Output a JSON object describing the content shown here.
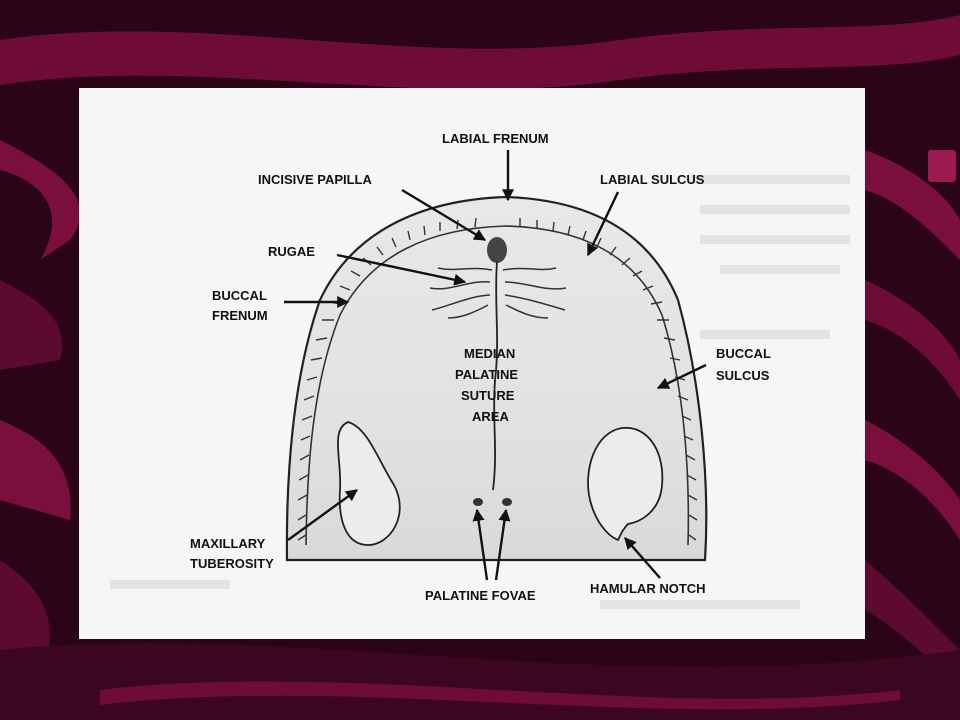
{
  "colors": {
    "background_dark": "#2b0416",
    "swoosh_maroon": "#7a0f3d",
    "swoosh_bright": "#9c1a52",
    "figure_bg": "#f6f6f6",
    "label_text": "#111111"
  },
  "diagram": {
    "labels": {
      "labial_frenum": "LABIAL FRENUM",
      "incisive_papilla": "INCISIVE PAPILLA",
      "labial_sulcus": "LABIAL SULCUS",
      "rugae": "RUGAE",
      "buccal_frenum": [
        "BUCCAL",
        "FRENUM"
      ],
      "median_palatine": [
        "MEDIAN",
        "PALATINE",
        "SUTURE",
        "AREA"
      ],
      "buccal_sulcus": [
        "BUCCAL",
        "SULCUS"
      ],
      "maxillary_tuberosity": [
        "MAXILLARY",
        "TUBEROSITY"
      ],
      "palatine_fovae": "PALATINE FOVAE",
      "hamular_notch": "HAMULAR NOTCH"
    }
  }
}
